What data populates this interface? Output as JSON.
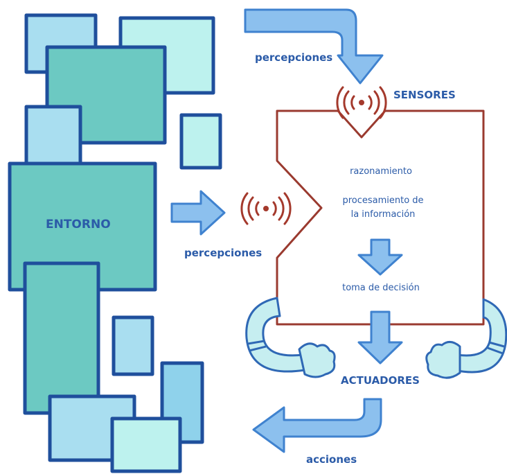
{
  "diagram": {
    "environment_label": "ENTORNO",
    "sensors_label": "SENSORES",
    "actuators_label": "ACTUADORES",
    "perceptions_top_label": "percepciones",
    "perceptions_mid_label": "percepciones",
    "actions_label": "acciones",
    "agent": {
      "reasoning_label": "razonamiento",
      "processing_label_line1": "procesamiento de",
      "processing_label_line2": "la información",
      "decision_label": "toma de decisión"
    },
    "icons": {
      "sensor_top": "radio-signal-icon",
      "sensor_left": "radio-signal-icon",
      "hand_left": "hand-icon",
      "hand_right": "hand-icon"
    },
    "colors": {
      "text": "#2b5ba8",
      "box_stroke": "#1f4f9c",
      "box_fill_light": "#a9def0",
      "box_fill_teal": "#6cc9c2",
      "box_fill_cyan": "#bdf2ee",
      "arrow_fill": "#8cc0ee",
      "arrow_stroke": "#3f82cf",
      "agent_outline": "#9a3a2f",
      "signal_color": "#a4392c",
      "arm_fill": "#c6eef0"
    }
  }
}
